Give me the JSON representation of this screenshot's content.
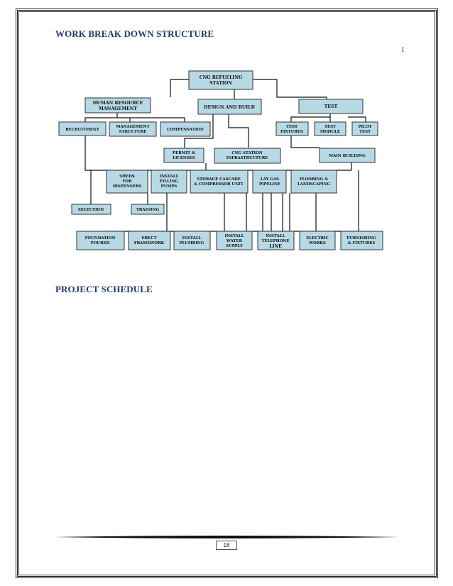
{
  "document": {
    "wbs_heading": "WORK BREAK DOWN STRUCTURE",
    "schedule_heading": "PROJECT SCHEDULE",
    "margin_mark": "l",
    "page_number": "18"
  },
  "wbs": {
    "root": [
      "CNG REFUELING",
      "STATION"
    ],
    "hr": [
      "HUMAN RESOURCE",
      "MANAGEMENT"
    ],
    "design": [
      "DESIGN AND BUILD"
    ],
    "test": [
      "TEST"
    ],
    "recruitment": [
      "RECRUITMENT"
    ],
    "mgmt_structure": [
      "MANAGEMENT",
      "STRUCTURE"
    ],
    "compensation": [
      "COMPENSATION"
    ],
    "test_fixtures": [
      "TEST",
      "FIXTURES"
    ],
    "test_module": [
      "TEST",
      "MODULE"
    ],
    "pilot_test": [
      "PILOT",
      "TEST"
    ],
    "permit": [
      "PERMIT &",
      "LICENSES"
    ],
    "cng_infra": [
      "CNG STATION",
      "INFRASTRUCTURE"
    ],
    "main_building": [
      "MAIN BUILDING"
    ],
    "sheds": [
      "SHEDS",
      "FOR",
      "DISPENSERS"
    ],
    "filling_pumps": [
      "INSTALL",
      "FILLING",
      "PUMPS"
    ],
    "storage": [
      "STORAGE CASCADE",
      "& COMPRESSOR UNIT"
    ],
    "gas_pipeline": [
      "LAY GAS",
      "PIPELINE"
    ],
    "flooring": [
      "FLOORING &",
      "LANDSCAPING"
    ],
    "selection": [
      "SELECTION"
    ],
    "training": [
      "TRAINING"
    ],
    "foundation": [
      "FOUNDATION",
      "POURED"
    ],
    "framework": [
      "ERECT",
      "FRAMEWORK"
    ],
    "plumbing": [
      "INSTALL",
      "PLUMBING"
    ],
    "water_supply": [
      "INSTALL",
      "WATER",
      "SUPPLY"
    ],
    "telephone": [
      "INSTALL",
      "TELEPHONE",
      "LINE"
    ],
    "electric": [
      "ELECTRIC",
      "WORKS"
    ],
    "furnishing": [
      "FURNISHING",
      "& FIXTURES"
    ]
  }
}
